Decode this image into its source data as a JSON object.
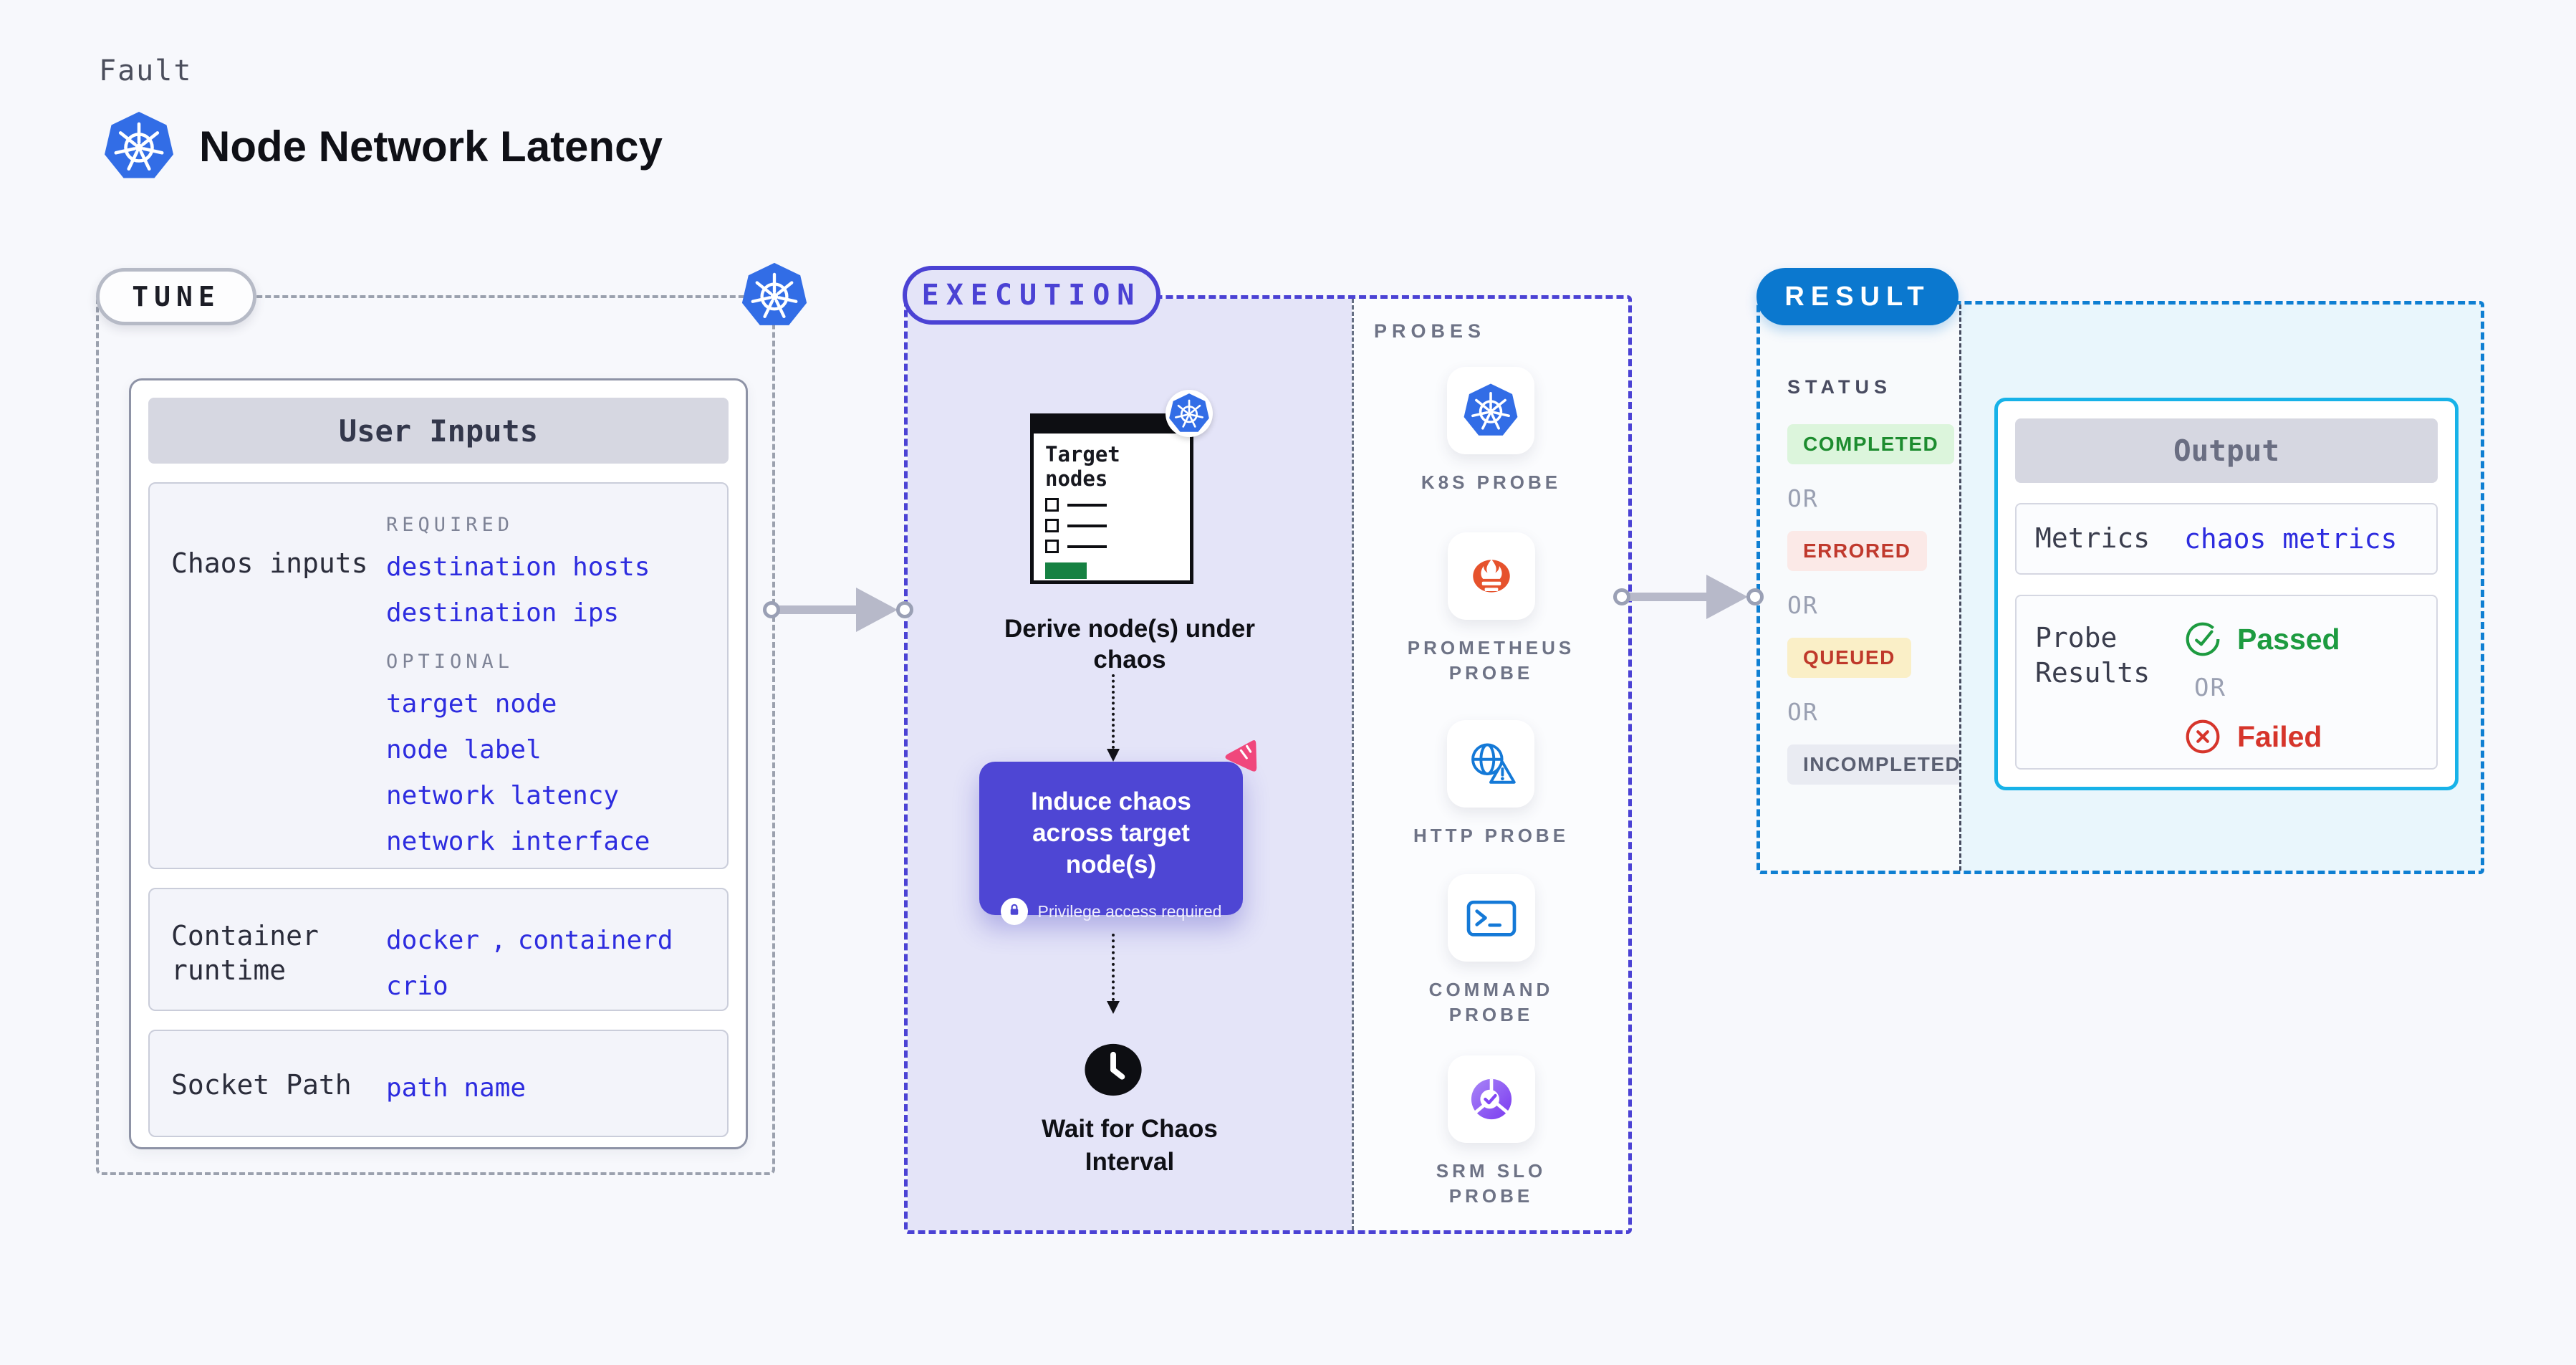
{
  "colors": {
    "page-bg": "#f7f8fc",
    "k8s-blue": "#326de6",
    "tune-border": "#9ba1ae",
    "value-blue": "#2d2cdf",
    "exec-accent": "#4b42d4",
    "exec-bg": "#e4e4f8",
    "probes-border": "#667084",
    "chaos-box": "#4e46d4",
    "litmus-pink": "#f0477c",
    "result-accent": "#0f7fd2",
    "result-pill": "#0b78cf",
    "result-bg": "#e9f6fc",
    "output-border": "#17b2e8",
    "header-bar-bg": "#d6d7e1",
    "row-bg": "#f3f4fa",
    "row-border": "#cacdda",
    "arrow-gray": "#b7b9c9",
    "green": "#1d9b40",
    "red": "#d6352b",
    "completed-bg": "#dcf5dc",
    "completed-text": "#1d8c2f",
    "errored-bg": "#fbe9e7",
    "errored-text": "#c0392d",
    "queued-bg": "#faefc7",
    "queued-text": "#bf392b",
    "incompleted-bg": "#e9ebf2",
    "incompleted-text": "#5a5f71",
    "prometheus-orange": "#e6522c",
    "http-blue": "#1479d7",
    "srm-purple": "#8247f5",
    "window-green": "#168142"
  },
  "header": {
    "eyebrow": "Fault",
    "title": "Node Network Latency",
    "icon": "kubernetes-logo"
  },
  "tune": {
    "pill": "TUNE",
    "card_title": "User Inputs",
    "chaos_label": "Chaos inputs",
    "required_heading": "REQUIRED",
    "required_items": [
      "destination hosts",
      "destination ips"
    ],
    "optional_heading": "OPTIONAL",
    "optional_items": [
      "target node",
      "node label",
      "network latency",
      "network interface"
    ],
    "runtime_label": "Container runtime",
    "runtime_value_1": "docker",
    "runtime_separator": ",",
    "runtime_value_2": "containerd",
    "runtime_value_3": "crio",
    "socket_label": "Socket Path",
    "socket_value": "path name"
  },
  "execution": {
    "pill": "EXECUTION",
    "window_title": "Target nodes",
    "step_derive": "Derive node(s) under chaos",
    "chaos_step": "Induce chaos across target node(s)",
    "privilege_note": "Privilege access required",
    "step_wait": "Wait for Chaos Interval"
  },
  "probes": {
    "heading": "PROBES",
    "items": [
      {
        "icon": "kubernetes-icon",
        "label": "K8S PROBE"
      },
      {
        "icon": "prometheus-icon",
        "label": "PROMETHEUS PROBE"
      },
      {
        "icon": "http-globe-icon",
        "label": "HTTP PROBE"
      },
      {
        "icon": "terminal-icon",
        "label": "COMMAND PROBE"
      },
      {
        "icon": "slo-pie-icon",
        "label": "SRM SLO PROBE"
      }
    ]
  },
  "result": {
    "pill": "RESULT",
    "status_heading": "STATUS",
    "or_label": "OR",
    "statuses": [
      "COMPLETED",
      "ERRORED",
      "QUEUED",
      "INCOMPLETED"
    ],
    "output": {
      "title": "Output",
      "metrics_label": "Metrics",
      "metrics_value": "chaos metrics",
      "probe_results_label": "Probe Results",
      "passed_label": "Passed",
      "or_label": "OR",
      "failed_label": "Failed"
    }
  }
}
